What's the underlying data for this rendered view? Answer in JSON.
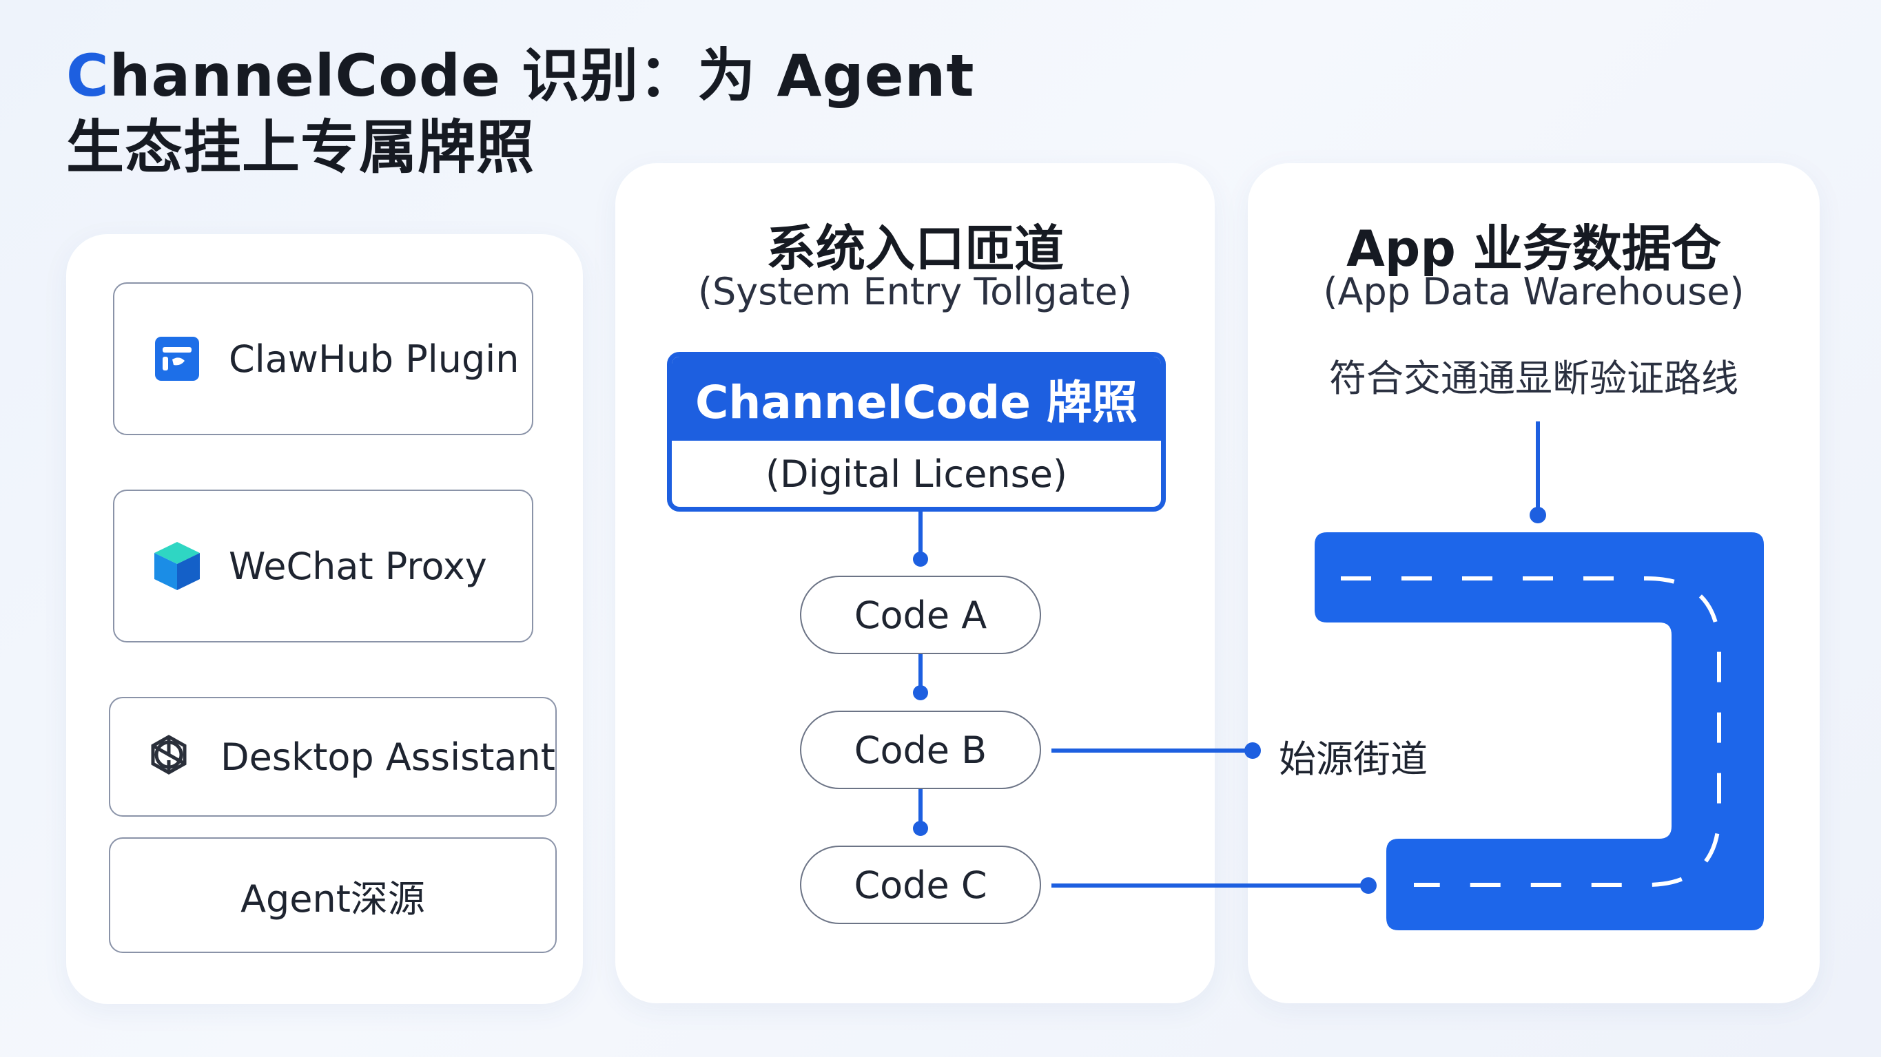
{
  "title": {
    "accent_letter": "C",
    "line1_rest": "hannelCode 识别：为 Agent",
    "line2": "生态挂上专属牌照"
  },
  "sources": [
    {
      "label": "ClawHub Plugin",
      "icon": "clawhub-icon"
    },
    {
      "label": "WeChat Proxy",
      "icon": "cube-icon"
    },
    {
      "label": "Desktop Assistant",
      "icon": "openai-knot-icon"
    },
    {
      "label": "Agent深源",
      "icon": ""
    }
  ],
  "tollgate": {
    "title": "系统入口匝道",
    "subtitle": "(System Entry Tollgate)",
    "license_title": "ChannelCode 牌照",
    "license_sub": "(Digital License)",
    "codes": [
      "Code A",
      "Code B",
      "Code C"
    ]
  },
  "warehouse": {
    "title": "App 业务数据仓",
    "subtitle": "(App Data Warehouse)",
    "route_caption": "符合交通通显断验证路线",
    "street_label": "始源街道"
  },
  "colors": {
    "accent": "#1d5fe0",
    "background": "#eef3fb",
    "panel": "#ffffff",
    "text": "#161a22"
  }
}
